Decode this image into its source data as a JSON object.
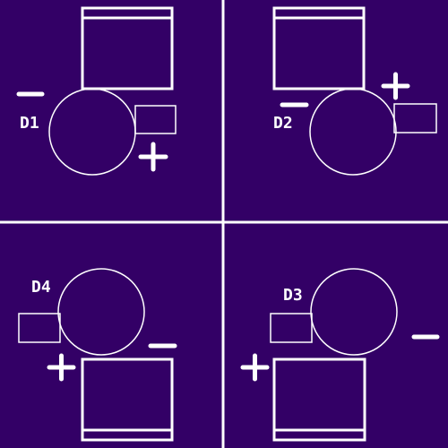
{
  "colors": {
    "background": "#330066",
    "silkscreen": "#ffffff"
  },
  "labels": {
    "d1": "D1",
    "d2": "D2",
    "d3": "D3",
    "d4": "D4"
  },
  "polarity": {
    "plus": "+",
    "minus": "−"
  }
}
